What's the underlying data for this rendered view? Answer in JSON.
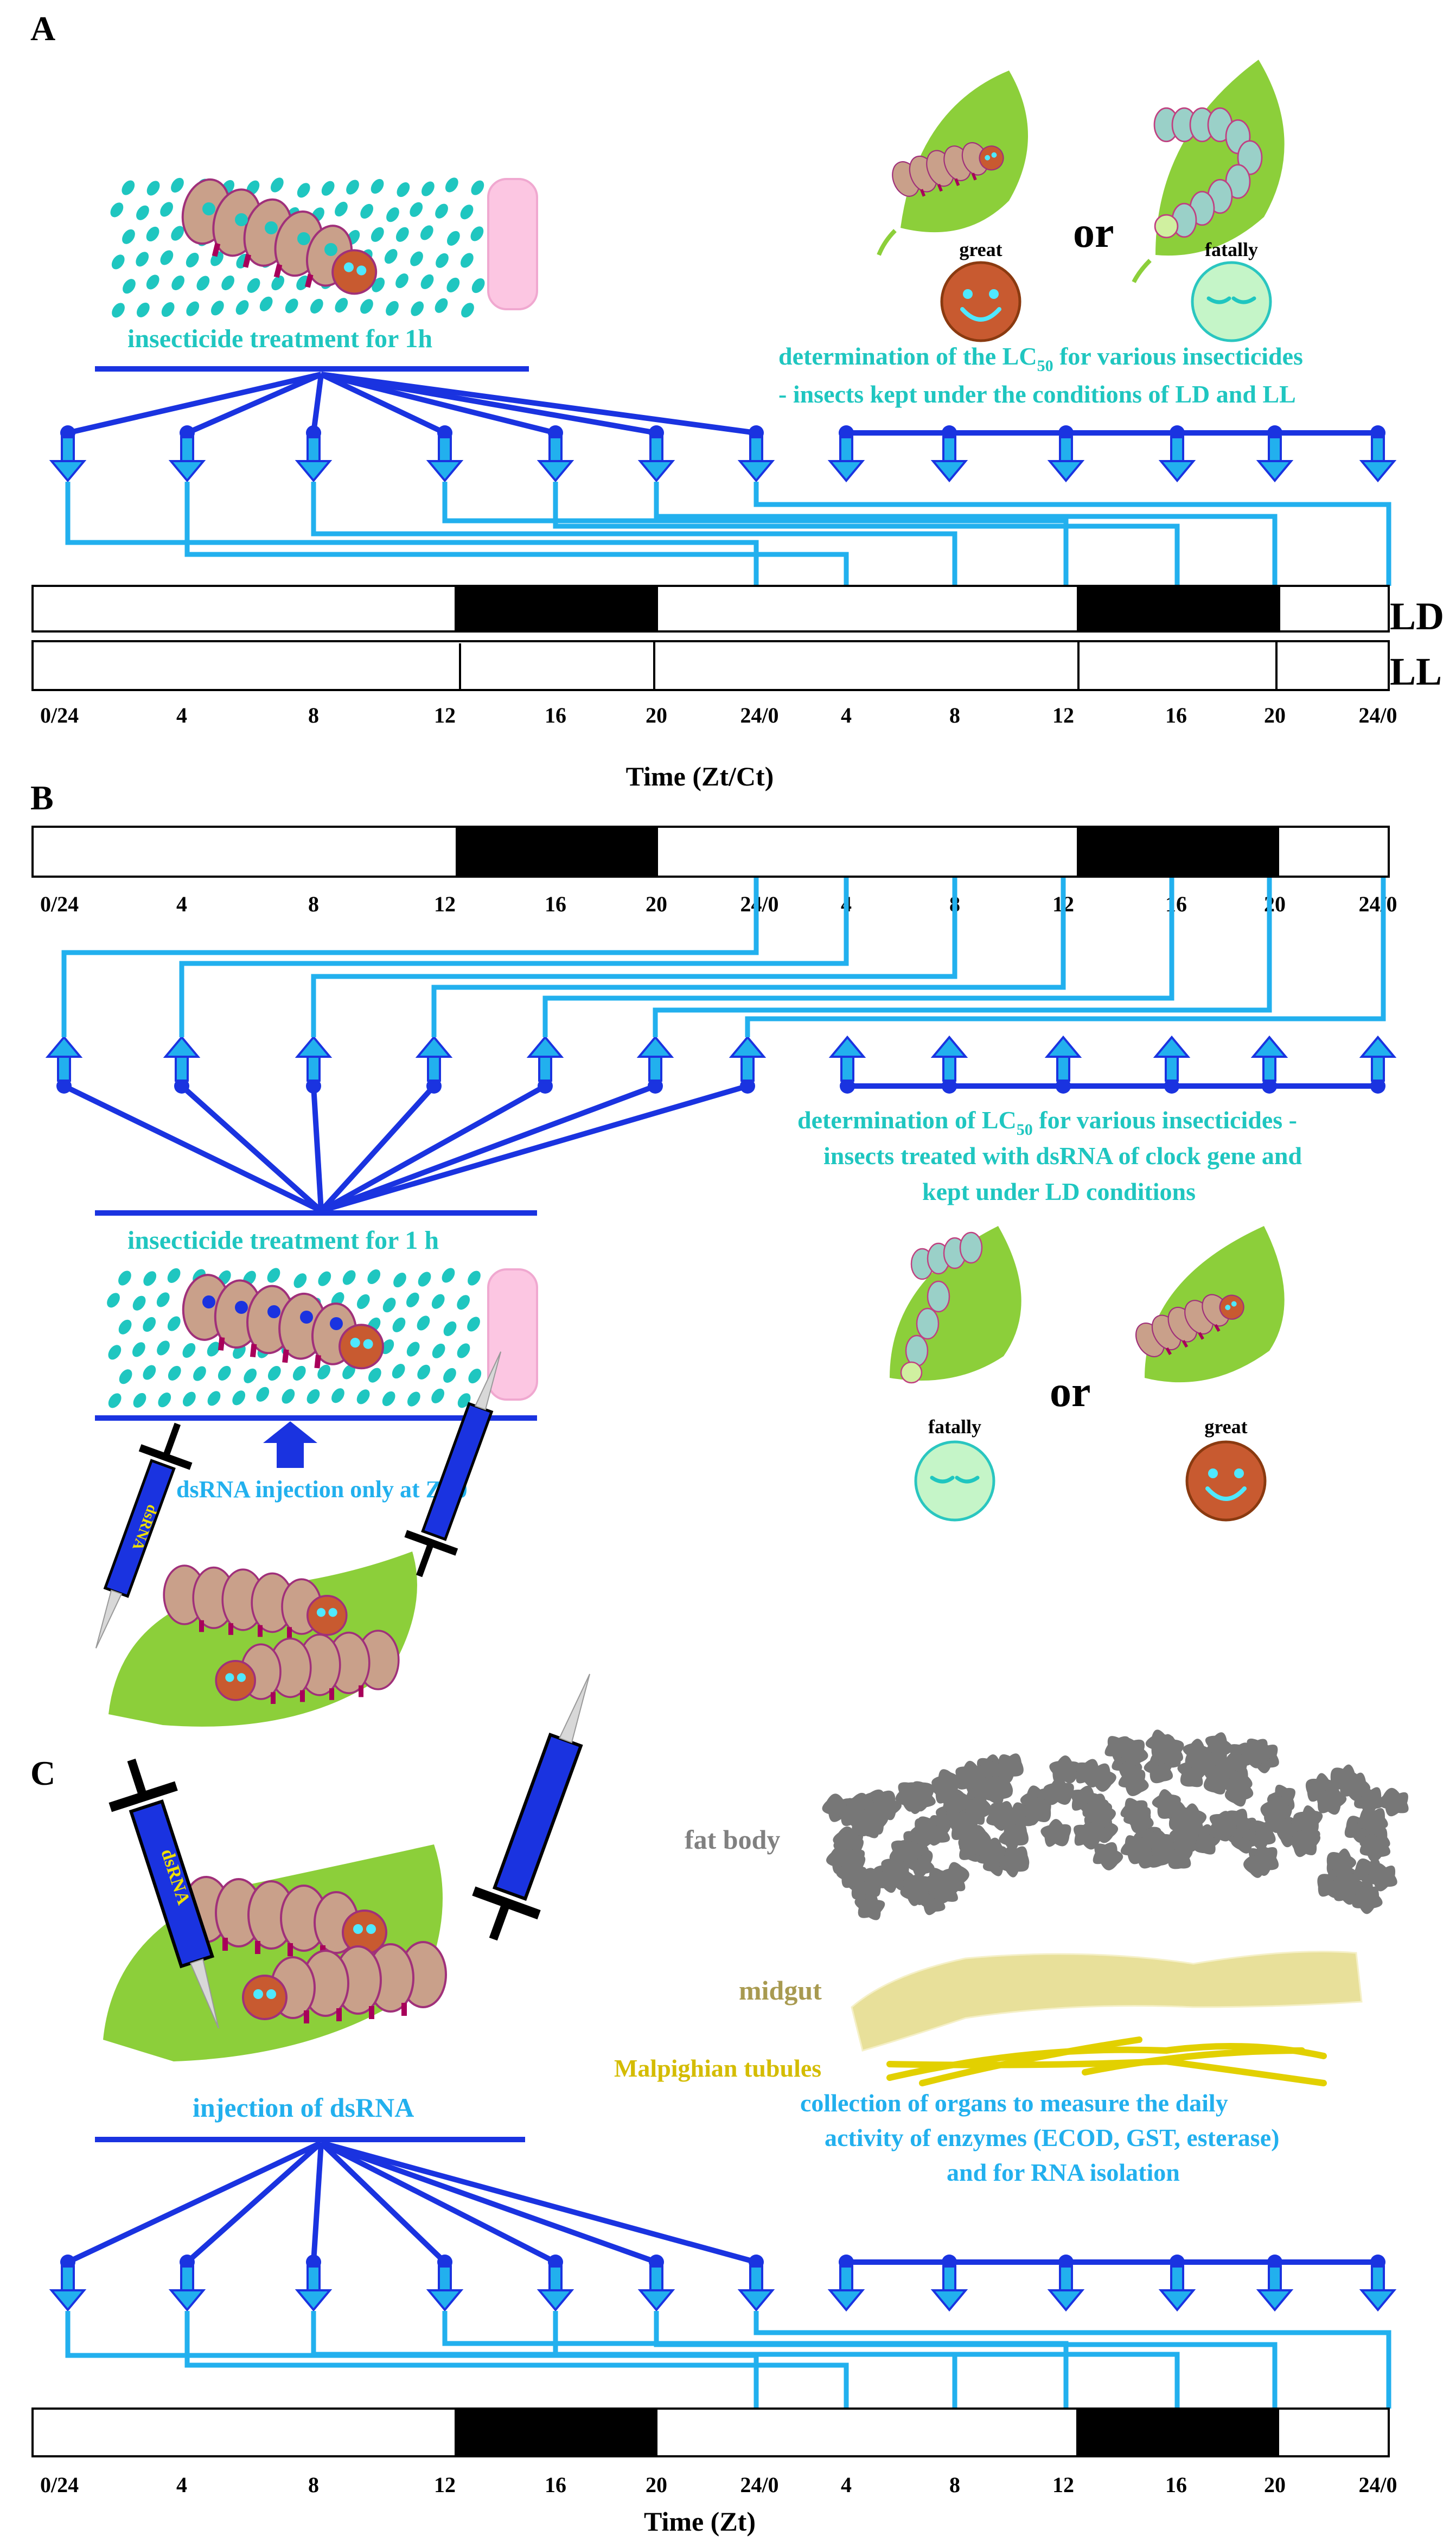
{
  "colors": {
    "dark_blue": "#1a33e0",
    "light_blue": "#22b0ee",
    "teal": "#1fc6c0",
    "larva": "#c9a08a",
    "larva_outline": "#a0307a",
    "leaf": "#8ccf3a",
    "fat_body": "#777777",
    "midgut": "#e8e09a",
    "tubules": "#e2d000",
    "organ_label_fat": "#808080",
    "organ_label_midgut": "#a89a50",
    "organ_label_tubules": "#d4bc00"
  },
  "panels": {
    "a": {
      "label": "A",
      "treatment": "insecticide treatment for 1h",
      "or": "or",
      "great": "great",
      "fatally": "fatally",
      "desc1": "determination of the LC",
      "desc1_sub": "50",
      "desc1_end": " for various insecticides",
      "desc2": "- insects kept under the conditions of LD and LL",
      "ld": "LD",
      "ll": "LL",
      "ticks": [
        "0/24",
        "4",
        "8",
        "12",
        "16",
        "20",
        "24/0",
        "4",
        "8",
        "12",
        "16",
        "20",
        "24/0"
      ],
      "axis_title": "Time (Zt/Ct)"
    },
    "b": {
      "label": "B",
      "ticks": [
        "0/24",
        "4",
        "8",
        "12",
        "16",
        "20",
        "24/0",
        "4",
        "8",
        "12",
        "16",
        "20",
        "24/0"
      ],
      "desc1": "determination of LC",
      "desc1_sub": "50",
      "desc1_end": " for various insecticides -",
      "desc2": "insects treated with dsRNA of clock gene and",
      "desc3": "kept under LD conditions",
      "treatment": "insecticide treatment for 1 h",
      "injection": "dsRNA injection only at Zt 0",
      "or": "or",
      "fatally": "fatally",
      "great": "great",
      "syringe": "dsRNA"
    },
    "c": {
      "label": "C",
      "fat_body": "fat body",
      "midgut": "midgut",
      "tubules": "Malpighian tubules",
      "injection": "injection of dsRNA",
      "desc1": "collection of organs to measure the daily",
      "desc2": "activity of enzymes (ECOD, GST, esterase)",
      "desc3": "and for RNA isolation",
      "ticks": [
        "0/24",
        "4",
        "8",
        "12",
        "16",
        "20",
        "24/0",
        "4",
        "8",
        "12",
        "16",
        "20",
        "24/0"
      ],
      "axis_title": "Time (Zt)",
      "syringe": "dsRNA"
    }
  }
}
